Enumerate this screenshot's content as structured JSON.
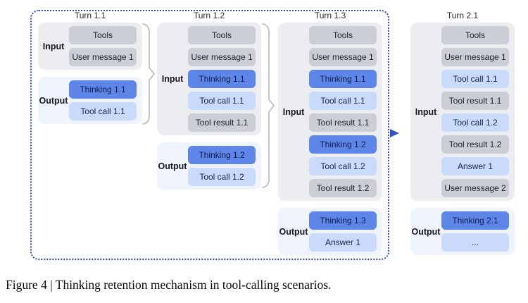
{
  "caption": "Figure 4 | Thinking retention mechanism in tool-calling scenarios.",
  "labels": {
    "input": "Input",
    "output": "Output"
  },
  "palette": {
    "thinking_box": "#5e86e9",
    "model_output_box": "#c9dafa",
    "context_box": "#cbced4",
    "input_group_bg": "#ebedf0",
    "output_group_bg": "#eef3fd",
    "retention_frame_blue": "#2e4cae",
    "arrow_blue": "#3352c4",
    "brace_gray": "#b4b8c0"
  },
  "turns": [
    {
      "title": "Turn 1.1",
      "input": {
        "boxes": [
          {
            "label": "Tools",
            "type": "context"
          },
          {
            "label": "User message 1",
            "type": "context"
          }
        ]
      },
      "output": {
        "boxes": [
          {
            "label": "Thinking 1.1",
            "type": "thinking"
          },
          {
            "label": "Tool call 1.1",
            "type": "model"
          }
        ]
      }
    },
    {
      "title": "Turn 1.2",
      "input": {
        "boxes": [
          {
            "label": "Tools",
            "type": "context"
          },
          {
            "label": "User message 1",
            "type": "context"
          },
          {
            "label": "Thinking 1.1",
            "type": "thinking"
          },
          {
            "label": "Tool call 1.1",
            "type": "model"
          },
          {
            "label": "Tool result 1.1",
            "type": "context"
          }
        ]
      },
      "output": {
        "boxes": [
          {
            "label": "Thinking 1.2",
            "type": "thinking"
          },
          {
            "label": "Tool call 1.2",
            "type": "model"
          }
        ]
      }
    },
    {
      "title": "Turn 1.3",
      "input": {
        "boxes": [
          {
            "label": "Tools",
            "type": "context"
          },
          {
            "label": "User message 1",
            "type": "context"
          },
          {
            "label": "Thinking 1.1",
            "type": "thinking"
          },
          {
            "label": "Tool call 1.1",
            "type": "model"
          },
          {
            "label": "Tool result 1.1",
            "type": "context"
          },
          {
            "label": "Thinking 1.2",
            "type": "thinking"
          },
          {
            "label": "Tool call 1.2",
            "type": "model"
          },
          {
            "label": "Tool result 1.2",
            "type": "context"
          }
        ]
      },
      "output": {
        "boxes": [
          {
            "label": "Thinking 1.3",
            "type": "thinking"
          },
          {
            "label": "Answer 1",
            "type": "model"
          }
        ]
      }
    },
    {
      "title": "Turn 2.1",
      "input": {
        "boxes": [
          {
            "label": "Tools",
            "type": "context"
          },
          {
            "label": "User message 1",
            "type": "context"
          },
          {
            "label": "Tool call 1.1",
            "type": "model"
          },
          {
            "label": "Tool result 1.1",
            "type": "context"
          },
          {
            "label": "Tool call 1.2",
            "type": "model"
          },
          {
            "label": "Tool result 1.2",
            "type": "context"
          },
          {
            "label": "Answer 1",
            "type": "model"
          },
          {
            "label": "User message 2",
            "type": "context"
          }
        ]
      },
      "output": {
        "boxes": [
          {
            "label": "Thinking 2.1",
            "type": "thinking"
          },
          {
            "label": "...",
            "type": "model"
          }
        ]
      }
    }
  ]
}
